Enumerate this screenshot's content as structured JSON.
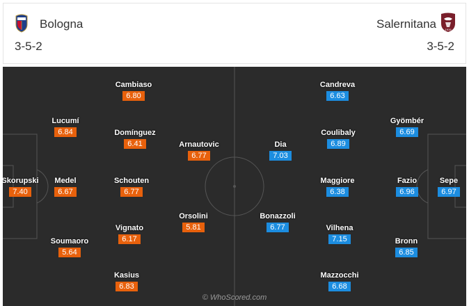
{
  "home": {
    "name": "Bologna",
    "formation": "3-5-2",
    "crest_icon": "bologna-crest-icon",
    "color": "#e8610c",
    "players": [
      {
        "name": "Skorupski",
        "rating": "7.40"
      },
      {
        "name": "Lucumí",
        "rating": "6.84"
      },
      {
        "name": "Medel",
        "rating": "6.67"
      },
      {
        "name": "Soumaoro",
        "rating": "5.64"
      },
      {
        "name": "Cambiaso",
        "rating": "6.80"
      },
      {
        "name": "Domínguez",
        "rating": "6.41"
      },
      {
        "name": "Schouten",
        "rating": "6.77"
      },
      {
        "name": "Vignato",
        "rating": "6.17"
      },
      {
        "name": "Kasius",
        "rating": "6.83"
      },
      {
        "name": "Arnautovic",
        "rating": "6.77"
      },
      {
        "name": "Orsolini",
        "rating": "5.81"
      }
    ]
  },
  "away": {
    "name": "Salernitana",
    "formation": "3-5-2",
    "crest_icon": "salernitana-crest-icon",
    "color": "#1c8de0",
    "players": [
      {
        "name": "Sepe",
        "rating": "6.97"
      },
      {
        "name": "Gyömbér",
        "rating": "6.69"
      },
      {
        "name": "Fazio",
        "rating": "6.96"
      },
      {
        "name": "Bronn",
        "rating": "6.85"
      },
      {
        "name": "Candreva",
        "rating": "6.63"
      },
      {
        "name": "Coulibaly",
        "rating": "6.89"
      },
      {
        "name": "Maggiore",
        "rating": "6.38"
      },
      {
        "name": "Vilhena",
        "rating": "7.15"
      },
      {
        "name": "Mazzocchi",
        "rating": "6.68"
      },
      {
        "name": "Dia",
        "rating": "7.03"
      },
      {
        "name": "Bonazzoli",
        "rating": "6.77"
      }
    ]
  },
  "pitch": {
    "background": "#2b2b2b",
    "line_color": "#555555"
  },
  "watermark": "© WhoScored.com"
}
